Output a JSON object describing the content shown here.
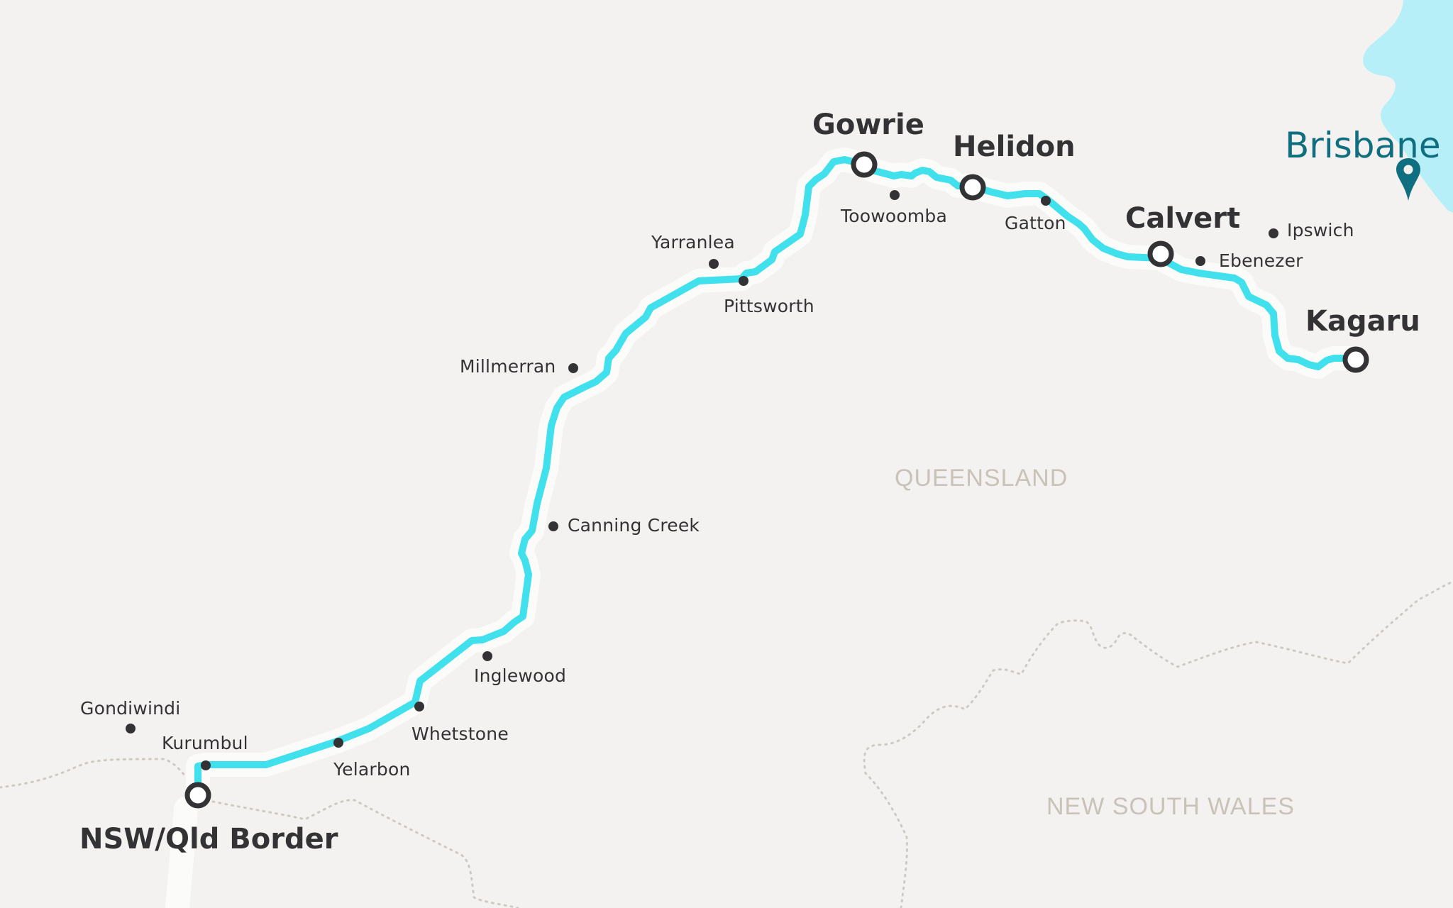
{
  "map": {
    "colors": {
      "background": "#f4f2f0",
      "water": "#b6eff7",
      "route": "#40e0ec",
      "route_halo": "#fbfbfa",
      "label": "#333336",
      "region_label": "#c8c2b9",
      "border": "#cfc9c2",
      "city": "#0f6f80"
    },
    "regions": [
      {
        "name": "QUEENSLAND"
      },
      {
        "name": "NEW SOUTH WALES"
      }
    ],
    "city": {
      "name": "Brisbane",
      "icon": "map-pin-icon"
    },
    "major_stops": [
      {
        "name": "Gowrie"
      },
      {
        "name": "Helidon"
      },
      {
        "name": "Calvert"
      },
      {
        "name": "Kagaru"
      },
      {
        "name": "NSW/Qld Border"
      }
    ],
    "towns": [
      {
        "name": "Toowoomba"
      },
      {
        "name": "Gatton"
      },
      {
        "name": "Ipswich"
      },
      {
        "name": "Ebenezer"
      },
      {
        "name": "Yarranlea"
      },
      {
        "name": "Pittsworth"
      },
      {
        "name": "Millmerran"
      },
      {
        "name": "Canning Creek"
      },
      {
        "name": "Inglewood"
      },
      {
        "name": "Whetstone"
      },
      {
        "name": "Gondiwindi"
      },
      {
        "name": "Kurumbul"
      },
      {
        "name": "Yelarbon"
      }
    ]
  }
}
